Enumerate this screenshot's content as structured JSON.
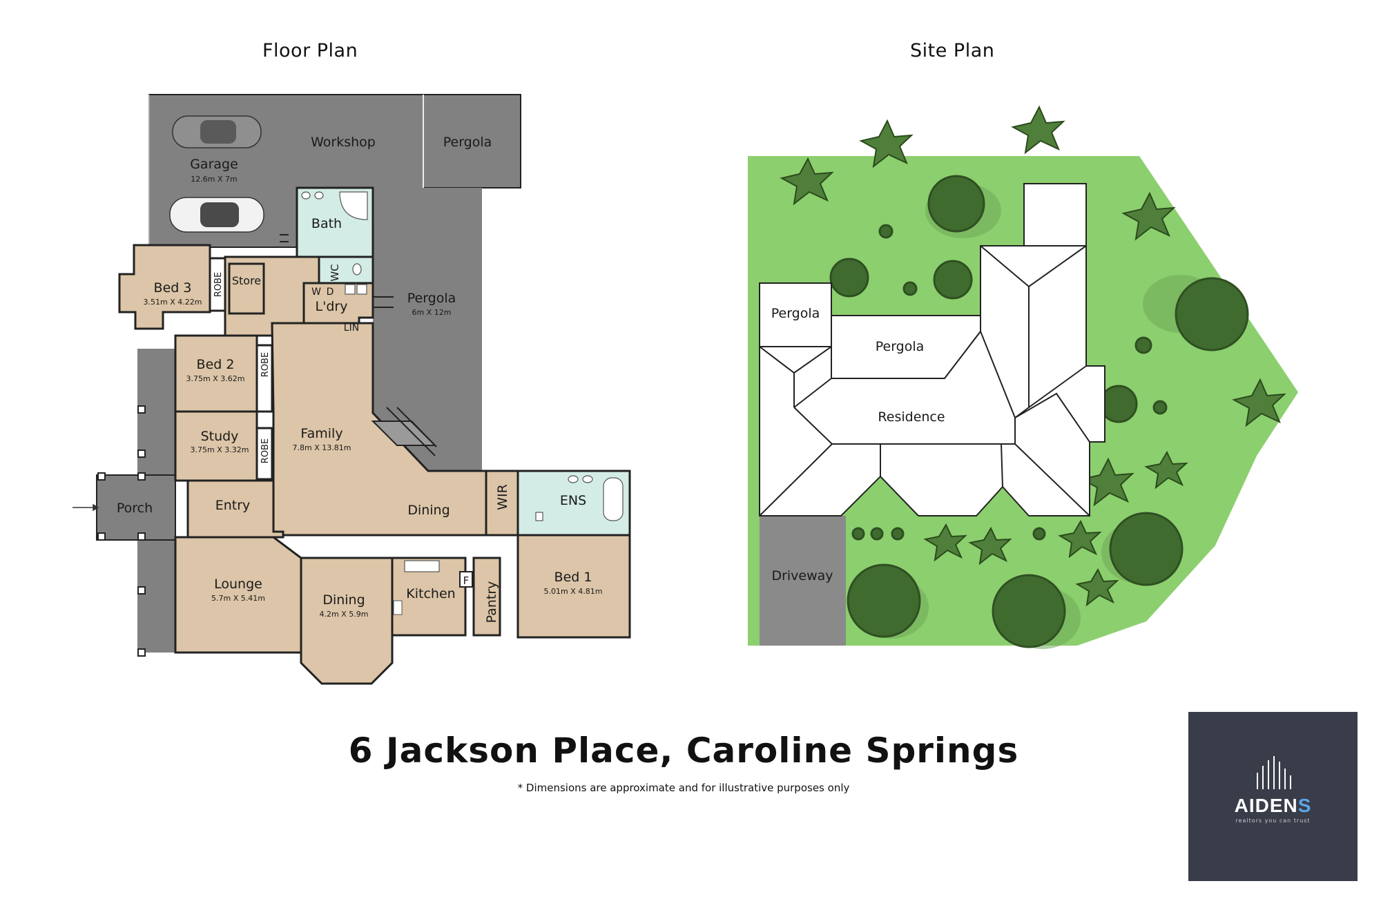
{
  "floor_plan": {
    "title": "Floor Plan",
    "rooms": {
      "garage": {
        "name": "Garage",
        "dims": "12.6m X 7m"
      },
      "workshop": {
        "name": "Workshop"
      },
      "pergola_top": {
        "name": "Pergola"
      },
      "bath": {
        "name": "Bath"
      },
      "wc": {
        "name": "WC"
      },
      "bed3": {
        "name": "Bed 3",
        "dims": "3.51m X 4.22m"
      },
      "robe1": {
        "name": "ROBE"
      },
      "store": {
        "name": "Store"
      },
      "w": {
        "name": "W"
      },
      "d": {
        "name": "D"
      },
      "laundry": {
        "name": "L'dry"
      },
      "lin": {
        "name": "LIN"
      },
      "pergola_side": {
        "name": "Pergola",
        "dims": "6m X 12m"
      },
      "bed2": {
        "name": "Bed 2",
        "dims": "3.75m X 3.62m"
      },
      "robe2": {
        "name": "ROBE"
      },
      "family": {
        "name": "Family",
        "dims": "7.8m X 13.81m"
      },
      "study": {
        "name": "Study",
        "dims": "3.75m X 3.32m"
      },
      "robe3": {
        "name": "ROBE"
      },
      "porch": {
        "name": "Porch"
      },
      "entry": {
        "name": "Entry"
      },
      "dining_open": {
        "name": "Dining"
      },
      "wir": {
        "name": "WIR"
      },
      "ens": {
        "name": "ENS"
      },
      "lounge": {
        "name": "Lounge",
        "dims": "5.7m X 5.41m"
      },
      "dining_formal": {
        "name": "Dining",
        "dims": "4.2m X 5.9m"
      },
      "kitchen": {
        "name": "Kitchen"
      },
      "fridge": {
        "name": "F"
      },
      "pantry": {
        "name": "Pantry"
      },
      "bed1": {
        "name": "Bed 1",
        "dims": "5.01m X 4.81m"
      }
    }
  },
  "site_plan": {
    "title": "Site Plan",
    "labels": {
      "pergola_left": "Pergola",
      "pergola_center": "Pergola",
      "residence": "Residence",
      "driveway": "Driveway"
    }
  },
  "address": "6 Jackson Place, Caroline Springs",
  "disclaimer": "* Dimensions are approximate and for illustrative purposes only",
  "logo": {
    "name_main": "AIDEN",
    "name_accent": "S",
    "tagline": "realtors you can trust",
    "background_color": "#393d4a",
    "accent_color": "#5aa7e6"
  },
  "colors": {
    "room_fill": "#dcc5a8",
    "wet_area_fill": "#d3ece6",
    "outdoor_fill": "#818181",
    "lawn_fill": "#8ccf6e"
  }
}
